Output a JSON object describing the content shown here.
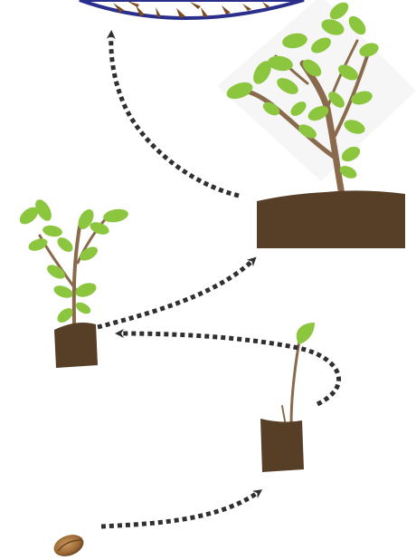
{
  "diagram": {
    "stages": [
      {
        "id": "seed"
      },
      {
        "id": "sprout-in-pot"
      },
      {
        "id": "young-plant-in-pot"
      },
      {
        "id": "tree-in-ground"
      },
      {
        "id": "harvest"
      }
    ],
    "colors": {
      "soil": "#573f27",
      "stem": "#8a6a4c",
      "leaf": "#8cc63f",
      "leaf_light": "#98d04a",
      "arrow": "#303030",
      "seed": "#9b6a36",
      "plate_border": "#2a2f8c",
      "tree_backdrop": "#f6f6f6"
    },
    "arrows": [
      {
        "from": "seed",
        "to": "sprout-in-pot"
      },
      {
        "from": "sprout-in-pot",
        "to": "young-plant-in-pot"
      },
      {
        "from": "young-plant-in-pot",
        "to": "tree-in-ground"
      },
      {
        "from": "tree-in-ground",
        "to": "harvest"
      }
    ]
  }
}
